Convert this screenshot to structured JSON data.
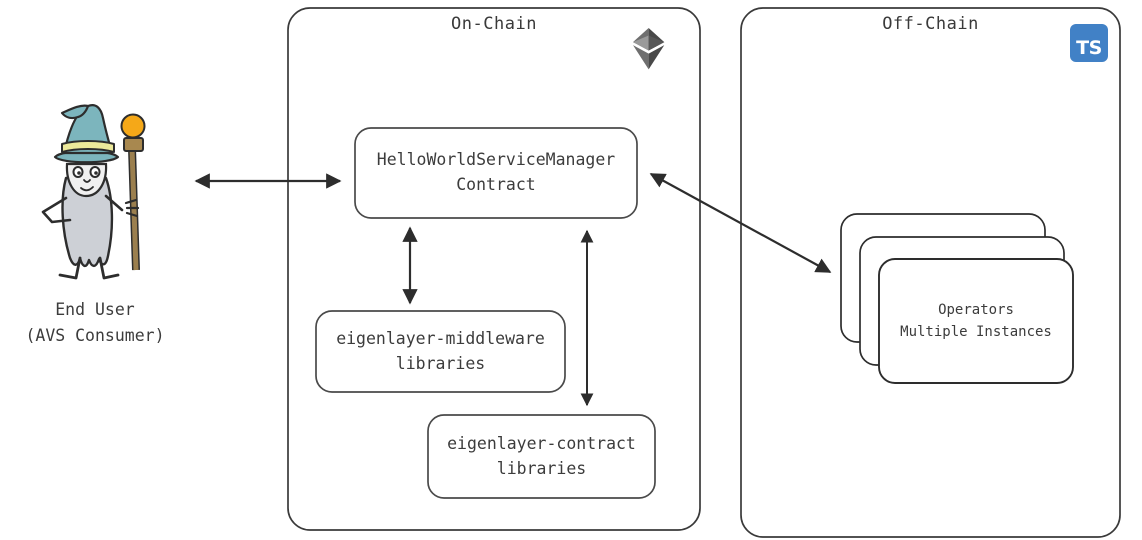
{
  "diagram": {
    "title_on_chain": "On-Chain",
    "title_off_chain": "Off-Chain",
    "icons": {
      "ethereum": "ethereum-icon",
      "typescript": "TS",
      "wizard": "wizard-avatar-icon"
    },
    "colors": {
      "stroke": "#3a3a3a",
      "node_fill": "#ffffff",
      "background": "#ffffff",
      "typescript_blue": "#4181c6",
      "wizard_hat": "#7cb5bd",
      "wizard_hat_band": "#ece99a",
      "wizard_body": "#cdd0d6",
      "staff_wood": "#9b7f4e",
      "staff_orb": "#f5a818"
    }
  },
  "actor": {
    "name": "end-user",
    "label": "End User\n(AVS Consumer)"
  },
  "on_chain": {
    "label": "On-Chain",
    "nodes": [
      {
        "id": "service-manager",
        "label": "HelloWorldServiceManager\nContract"
      },
      {
        "id": "eigenlayer-middleware",
        "label": "eigenlayer-middleware\nlibraries"
      },
      {
        "id": "eigenlayer-contract",
        "label": "eigenlayer-contract\nlibraries"
      }
    ]
  },
  "off_chain": {
    "label": "Off-Chain",
    "nodes": [
      {
        "id": "operators",
        "label": "Operators\nMultiple Instances"
      }
    ]
  },
  "connections": [
    {
      "id": "user-to-service-manager",
      "type": "bidirectional",
      "from": "end-user",
      "to": "service-manager"
    },
    {
      "id": "service-manager-to-middleware",
      "type": "bidirectional",
      "from": "service-manager",
      "to": "eigenlayer-middleware"
    },
    {
      "id": "service-manager-to-contract-libs",
      "type": "bidirectional",
      "from": "service-manager",
      "to": "eigenlayer-contract"
    },
    {
      "id": "service-manager-to-operators",
      "type": "bidirectional",
      "from": "service-manager",
      "to": "operators"
    }
  ]
}
